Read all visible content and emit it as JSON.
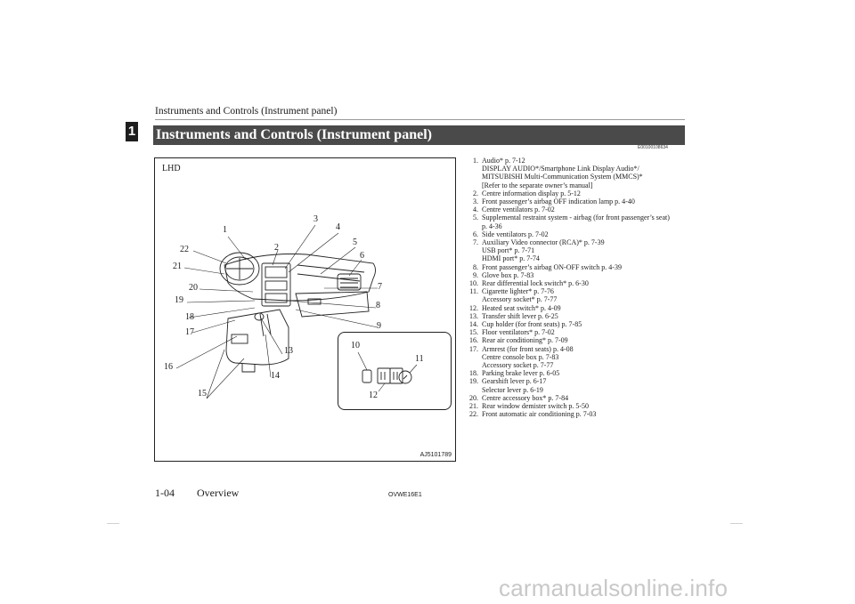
{
  "header": {
    "running_title": "Instruments and Controls (Instrument panel)",
    "chapter_number": "1"
  },
  "section": {
    "title": "Instruments and Controls (Instrument panel)",
    "code": "E00100108634"
  },
  "figure": {
    "label": "LHD",
    "id": "AJ5101789",
    "callouts": [
      "1",
      "2",
      "3",
      "4",
      "5",
      "6",
      "7",
      "8",
      "9",
      "10",
      "11",
      "12",
      "13",
      "14",
      "15",
      "16",
      "17",
      "18",
      "19",
      "20",
      "21",
      "22"
    ]
  },
  "items": [
    {
      "num": "1.",
      "lines": [
        "Audio* p. 7-12",
        "DISPLAY AUDIO*/Smartphone Link Display Audio*/",
        "MITSUBISHI Multi-Communication System (MMCS)*",
        "[Refer to the separate owner’s manual]"
      ]
    },
    {
      "num": "2.",
      "lines": [
        "Centre information display p. 5-12"
      ]
    },
    {
      "num": "3.",
      "lines": [
        "Front passenger’s airbag OFF indication lamp p. 4-40"
      ]
    },
    {
      "num": "4.",
      "lines": [
        "Centre ventilators p. 7-02"
      ]
    },
    {
      "num": "5.",
      "lines": [
        "Supplemental restraint system - airbag (for front passenger’s seat)",
        "p. 4-36"
      ]
    },
    {
      "num": "6.",
      "lines": [
        "Side ventilators p. 7-02"
      ]
    },
    {
      "num": "7.",
      "lines": [
        "Auxiliary Video connector (RCA)* p. 7-39",
        "USB port* p. 7-71",
        "HDMI port* p. 7-74"
      ]
    },
    {
      "num": "8.",
      "lines": [
        "Front passenger’s airbag ON-OFF switch p. 4-39"
      ]
    },
    {
      "num": "9.",
      "lines": [
        "Glove box p. 7-83"
      ]
    },
    {
      "num": "10.",
      "lines": [
        "Rear differential lock switch* p. 6-30"
      ]
    },
    {
      "num": "11.",
      "lines": [
        "Cigarette lighter* p. 7-76",
        "Accessory socket* p. 7-77"
      ]
    },
    {
      "num": "12.",
      "lines": [
        "Heated seat switch* p. 4-09"
      ]
    },
    {
      "num": "13.",
      "lines": [
        "Transfer shift lever p. 6-25"
      ]
    },
    {
      "num": "14.",
      "lines": [
        "Cup holder (for front seats) p. 7-85"
      ]
    },
    {
      "num": "15.",
      "lines": [
        "Floor ventilators* p. 7-02"
      ]
    },
    {
      "num": "16.",
      "lines": [
        "Rear air conditioning* p. 7-09"
      ]
    },
    {
      "num": "17.",
      "lines": [
        "Armrest (for front seats) p. 4-08",
        "Centre console box p. 7-83",
        "Accessory socket p. 7-77"
      ]
    },
    {
      "num": "18.",
      "lines": [
        "Parking brake lever p. 6-05"
      ]
    },
    {
      "num": "19.",
      "lines": [
        "Gearshift lever p. 6-17",
        "Selector lever p. 6-19"
      ]
    },
    {
      "num": "20.",
      "lines": [
        "Centre accessory box* p. 7-84"
      ]
    },
    {
      "num": "21.",
      "lines": [
        "Rear window demister switch p. 5-50"
      ]
    },
    {
      "num": "22.",
      "lines": [
        "Front automatic air conditioning p. 7-03"
      ]
    }
  ],
  "footer": {
    "page_number": "1-04",
    "section_name": "Overview",
    "doc_code": "OVWE16E1"
  },
  "watermark": "carmanualsonline.info"
}
